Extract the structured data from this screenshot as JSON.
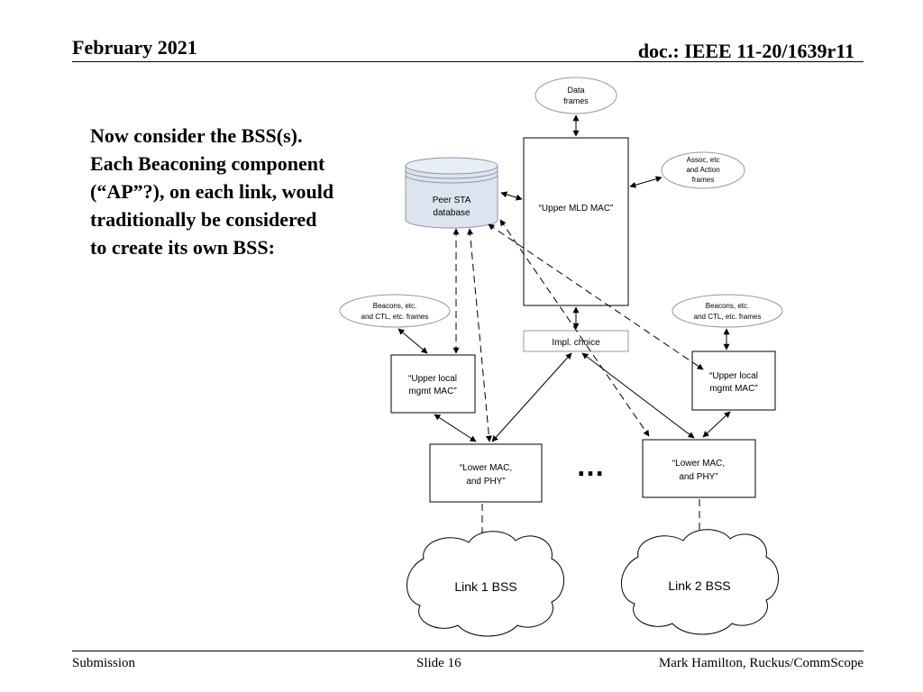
{
  "header": {
    "date": "February 2021",
    "doc": "doc.: IEEE 11-20/1639r11"
  },
  "body_text": [
    "Now consider the BSS(s).",
    "Each Beaconing component",
    "(“AP”?), on each link, would",
    "traditionally be considered",
    "to create its own BSS:"
  ],
  "diagram": {
    "data_frames": [
      "Data",
      "frames"
    ],
    "assoc_frames": [
      "Assoc, etc",
      "and Action",
      "frames"
    ],
    "peer_sta_db": [
      "Peer STA",
      "database"
    ],
    "upper_mld_mac": "“Upper MLD MAC”",
    "beacons_left": [
      "Beacons, etc.",
      "and CTL, etc. frames"
    ],
    "beacons_right": [
      "Beacons, etc.",
      "and CTL, etc. frames"
    ],
    "impl_choice": "Impl. choice",
    "upper_local_left": [
      "“Upper local",
      "mgmt MAC”"
    ],
    "upper_local_right": [
      "“Upper local",
      "mgmt MAC”"
    ],
    "lower_mac_left": [
      "“Lower MAC,",
      "and PHY”"
    ],
    "lower_mac_right": [
      "“Lower MAC,",
      "and PHY”"
    ],
    "ellipsis": "…",
    "link1": "Link 1 BSS",
    "link2": "Link 2 BSS"
  },
  "footer": {
    "left": "Submission",
    "center": "Slide 16",
    "right": "Mark Hamilton, Ruckus/CommScope"
  }
}
